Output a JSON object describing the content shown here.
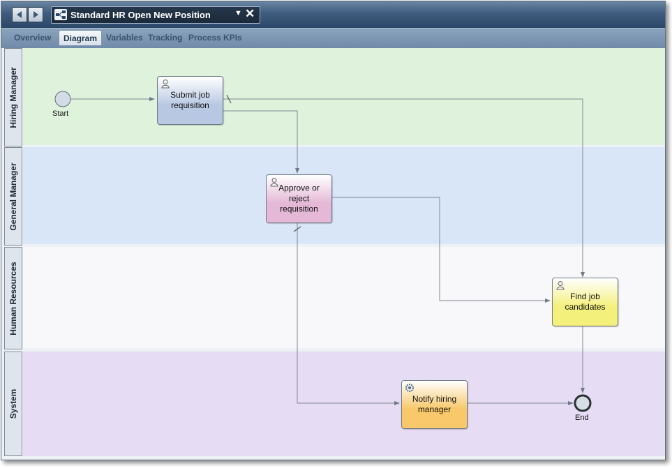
{
  "window": {
    "title": "Standard HR Open New Position",
    "nav": {
      "back_icon": "back-arrow-icon",
      "forward_icon": "forward-arrow-icon"
    },
    "dropdown_icon": "chevron-down-icon",
    "close_icon": "close-icon"
  },
  "tabs": [
    {
      "label": "Overview",
      "active": false
    },
    {
      "label": "Diagram",
      "active": true
    },
    {
      "label": "Variables",
      "active": false
    },
    {
      "label": "Tracking",
      "active": false
    },
    {
      "label": "Process KPIs",
      "active": false
    }
  ],
  "lanes": [
    {
      "label": "Hiring Manager",
      "color": "#dff2dc"
    },
    {
      "label": "General Manager",
      "color": "#d9e6f8"
    },
    {
      "label": "Human Resources",
      "color": "#f8f8fb"
    },
    {
      "label": "System",
      "color": "#e6dcf3"
    }
  ],
  "events": {
    "start": "Start",
    "end": "End"
  },
  "tasks": {
    "submit": {
      "label": "Submit job requisition",
      "icon": "user-icon",
      "color": "#b8c8e2"
    },
    "approve": {
      "label": "Approve or reject requisition",
      "icon": "user-icon",
      "color": "#e4b8d6"
    },
    "find": {
      "label": "Find job candidates",
      "icon": "user-icon",
      "color": "#f4f07c"
    },
    "notify": {
      "label": "Notify hiring manager",
      "icon": "gear-icon",
      "color": "#f8c86a"
    }
  }
}
